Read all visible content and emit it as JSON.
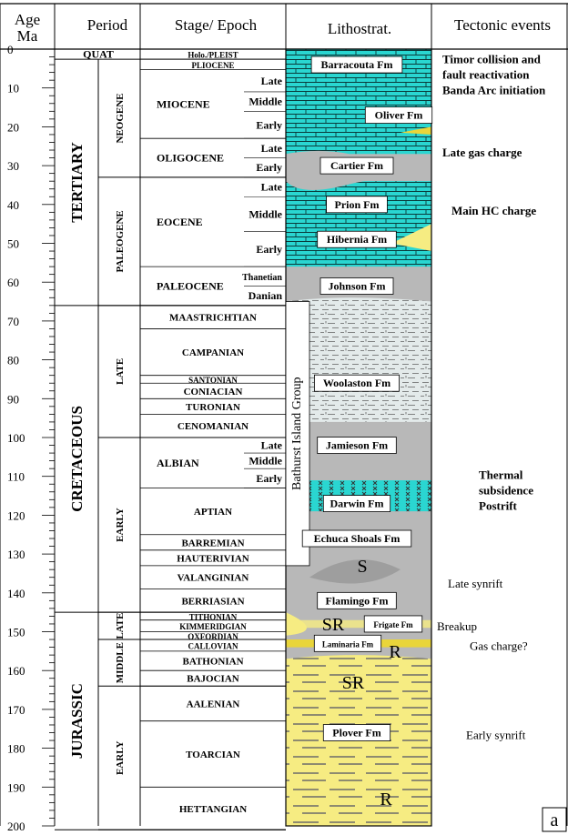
{
  "headers": {
    "age": [
      "Age",
      "Ma"
    ],
    "period": "Period",
    "stage": "Stage/ Epoch",
    "litho": "Lithostrat.",
    "tectonic": "Tectonic events"
  },
  "age_axis": {
    "min": 0,
    "max": 200,
    "labels": [
      "0",
      "10",
      "20",
      "30",
      "40",
      "50",
      "60",
      "70",
      "80",
      "90",
      "100",
      "110",
      "120",
      "130",
      "140",
      "150",
      "160",
      "170",
      "180",
      "190",
      "200"
    ]
  },
  "periods": [
    {
      "name": "QUAT",
      "start": 0,
      "end": 2.6
    },
    {
      "name": "TERTIARY",
      "start": 2.6,
      "end": 66
    },
    {
      "name": "CRETACEOUS",
      "start": 66,
      "end": 145
    },
    {
      "name": "JURASSIC",
      "start": 145,
      "end": 201
    }
  ],
  "subperiods": [
    {
      "name": "NEOGENE",
      "start": 2.6,
      "end": 33
    },
    {
      "name": "PALEOGENE",
      "start": 33,
      "end": 66
    },
    {
      "name": "LATE",
      "start": 66,
      "end": 100
    },
    {
      "name": "EARLY",
      "start": 100,
      "end": 145
    },
    {
      "name": "LATE",
      "start": 145,
      "end": 152
    },
    {
      "name": "MIDDLE",
      "start": 152,
      "end": 164
    },
    {
      "name": "EARLY",
      "start": 164,
      "end": 201
    }
  ],
  "epochs": [
    {
      "name": "Holo./PLEIST",
      "start": 0,
      "end": 2.6,
      "subs": []
    },
    {
      "name": "PLIOCENE",
      "start": 2.6,
      "end": 5.3,
      "subs": []
    },
    {
      "name": "MIOCENE",
      "start": 5.3,
      "end": 23,
      "subs": [
        {
          "name": "Late",
          "end": 11
        },
        {
          "name": "Middle",
          "end": 16
        },
        {
          "name": "Early",
          "end": 23
        }
      ]
    },
    {
      "name": "OLIGOCENE",
      "start": 23,
      "end": 33,
      "subs": [
        {
          "name": "Late",
          "end": 28
        },
        {
          "name": "Early",
          "end": 33
        }
      ]
    },
    {
      "name": "EOCENE",
      "start": 33,
      "end": 56,
      "subs": [
        {
          "name": "Late",
          "end": 38
        },
        {
          "name": "Middle",
          "end": 47
        },
        {
          "name": "Early",
          "end": 56
        }
      ]
    },
    {
      "name": "PALEOCENE",
      "start": 56,
      "end": 66,
      "subs": [
        {
          "name": "Thanetian",
          "end": 61
        },
        {
          "name": "Danian",
          "end": 66
        }
      ]
    },
    {
      "name": "MAASTRICHTIAN",
      "start": 66,
      "end": 72,
      "subs": []
    },
    {
      "name": "CAMPANIAN",
      "start": 72,
      "end": 84,
      "subs": []
    },
    {
      "name": "SANTONIAN",
      "start": 84,
      "end": 86,
      "subs": []
    },
    {
      "name": "CONIACIAN",
      "start": 86,
      "end": 90,
      "subs": []
    },
    {
      "name": "TURONIAN",
      "start": 90,
      "end": 94,
      "subs": []
    },
    {
      "name": "CENOMANIAN",
      "start": 94,
      "end": 100,
      "subs": []
    },
    {
      "name": "ALBIAN",
      "start": 100,
      "end": 113,
      "subs": [
        {
          "name": "Late",
          "end": 104
        },
        {
          "name": "Middle",
          "end": 108
        },
        {
          "name": "Early",
          "end": 113
        }
      ]
    },
    {
      "name": "APTIAN",
      "start": 113,
      "end": 125,
      "subs": []
    },
    {
      "name": "BARREMIAN",
      "start": 125,
      "end": 129,
      "subs": []
    },
    {
      "name": "HAUTERIVIAN",
      "start": 129,
      "end": 133,
      "subs": []
    },
    {
      "name": "VALANGINIAN",
      "start": 133,
      "end": 139,
      "subs": []
    },
    {
      "name": "BERRIASIAN",
      "start": 139,
      "end": 145,
      "subs": []
    },
    {
      "name": "TITHONIAN",
      "start": 145,
      "end": 147,
      "subs": []
    },
    {
      "name": "KIMMERIDGIAN",
      "start": 147,
      "end": 150,
      "subs": []
    },
    {
      "name": "OXFORDIAN",
      "start": 150,
      "end": 152,
      "subs": []
    },
    {
      "name": "CALLOVIAN",
      "start": 152,
      "end": 155,
      "subs": []
    },
    {
      "name": "BATHONIAN",
      "start": 155,
      "end": 160,
      "subs": []
    },
    {
      "name": "BAJOCIAN",
      "start": 160,
      "end": 164,
      "subs": []
    },
    {
      "name": "AALENIAN",
      "start": 164,
      "end": 173,
      "subs": []
    },
    {
      "name": "TOARCIAN",
      "start": 173,
      "end": 190,
      "subs": []
    },
    {
      "name": "HETTANGIAN",
      "start": 190,
      "end": 201,
      "subs": []
    }
  ],
  "group_label": "Bathurst Island Group",
  "formations": [
    {
      "name": "Barracouta Fm",
      "age": 4
    },
    {
      "name": "Oliver Fm",
      "age": 17
    },
    {
      "name": "Cartier Fm",
      "age": 30
    },
    {
      "name": "Prion Fm",
      "age": 40
    },
    {
      "name": "Hibernia Fm",
      "age": 49
    },
    {
      "name": "Johnson Fm",
      "age": 61
    },
    {
      "name": "Woolaston Fm",
      "age": 86
    },
    {
      "name": "Jamieson Fm",
      "age": 102
    },
    {
      "name": "Darwin Fm",
      "age": 117
    },
    {
      "name": "Echuca Shoals Fm",
      "age": 126
    },
    {
      "name": "Flamingo Fm",
      "age": 142
    },
    {
      "name": "Frigate Fm",
      "age": 148
    },
    {
      "name": "Laminaria Fm",
      "age": 153
    },
    {
      "name": "Plover Fm",
      "age": 176
    }
  ],
  "litho_marks": [
    {
      "text": "S",
      "age": 133
    },
    {
      "text": "SR",
      "age": 148
    },
    {
      "text": "R",
      "age": 155
    },
    {
      "text": "SR",
      "age": 163
    },
    {
      "text": "R",
      "age": 193
    }
  ],
  "tectonic_events": [
    {
      "lines": [
        "Timor collision and",
        "fault reactivation",
        "Banda Arc  initiation"
      ],
      "age": 2,
      "bold": true,
      "align": "left"
    },
    {
      "lines": [
        "Late gas charge"
      ],
      "age": 26,
      "bold": true,
      "align": "left"
    },
    {
      "lines": [
        "Main HC charge"
      ],
      "age": 41,
      "bold": true,
      "align": "left"
    },
    {
      "lines": [
        "Thermal",
        "subsidence",
        "Postrift"
      ],
      "age": 109,
      "bold": true,
      "align": "left"
    },
    {
      "lines": [
        "Late synrift"
      ],
      "age": 137,
      "bold": false,
      "align": "left"
    },
    {
      "lines": [
        "Breakup"
      ],
      "age": 148,
      "bold": false,
      "align": "left"
    },
    {
      "lines": [
        "Gas charge?"
      ],
      "age": 153,
      "bold": false,
      "align": "left"
    },
    {
      "lines": [
        "Early synrift"
      ],
      "age": 176,
      "bold": false,
      "align": "left"
    }
  ],
  "panel_label": "a",
  "colors": {
    "carbonate": "#2ad6d1",
    "claystone": "#b8b8b8",
    "marl": "#dfe6e6",
    "sandstone": "#f6ec82",
    "sand_dark": "#e9d53a"
  }
}
